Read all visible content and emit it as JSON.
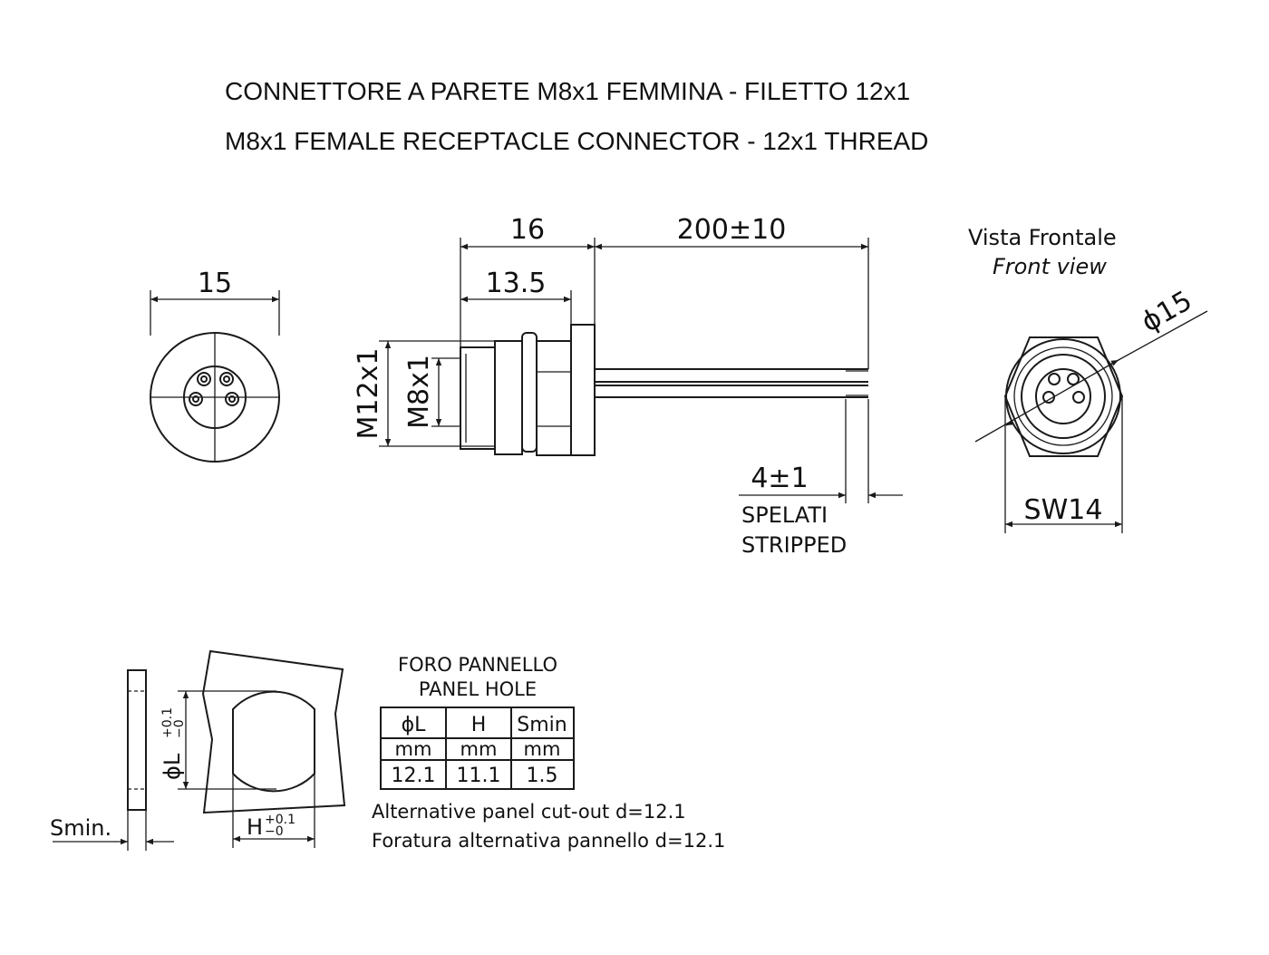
{
  "title": {
    "line_it": "CONNETTORE A PARETE M8x1 FEMMINA - FILETTO 12x1",
    "line_en": "M8x1 FEMALE RECEPTACLE CONNECTOR - 12x1 THREAD"
  },
  "dimensions": {
    "front_width": "15",
    "body_length": "16",
    "thread_length": "13.5",
    "cable_length": "200±10",
    "thread_outer": "M12x1",
    "thread_inner": "M8x1",
    "stripped_length": "4±1",
    "stripped_it": "SPELATI",
    "stripped_en": "STRIPPED",
    "diameter": "ϕ15",
    "wrench": "SW14"
  },
  "front_view": {
    "label_it": "Vista Frontale",
    "label_en": "Front view"
  },
  "panel": {
    "label_l": "ϕL",
    "label_h": "H",
    "tol_plus": "+0.1",
    "tol_minus": "−0",
    "label_smin": "Smin."
  },
  "panel_hole": {
    "heading_it": "FORO PANNELLO",
    "heading_en": "PANEL HOLE",
    "headers": [
      "ϕL",
      "H",
      "Smin"
    ],
    "units": [
      "mm",
      "mm",
      "mm"
    ],
    "values": [
      "12.1",
      "11.1",
      "1.5"
    ]
  },
  "notes": {
    "alt_en": "Alternative panel cut-out d=12.1",
    "alt_it": "Foratura alternativa pannello d=12.1"
  }
}
